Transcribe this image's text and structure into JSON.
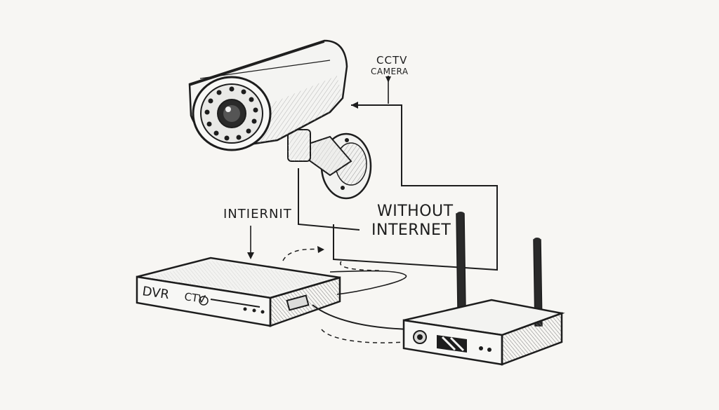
{
  "labels": {
    "camera_line1": "CCTV",
    "camera_line2": "CAMERA",
    "internet": "INTIERNIT",
    "without_line1": "WITHOUT",
    "without_line2": "INTERNET",
    "dvr": "DVR",
    "dvr_model": "CTV"
  },
  "icons": [
    "cctv-camera-icon",
    "dvr-box-icon",
    "router-icon",
    "wall-mount-icon",
    "power-button-icon"
  ],
  "colors": {
    "ink": "#1d1d1d",
    "paper": "#f7f6f3",
    "shade": "#bdbdbd"
  }
}
